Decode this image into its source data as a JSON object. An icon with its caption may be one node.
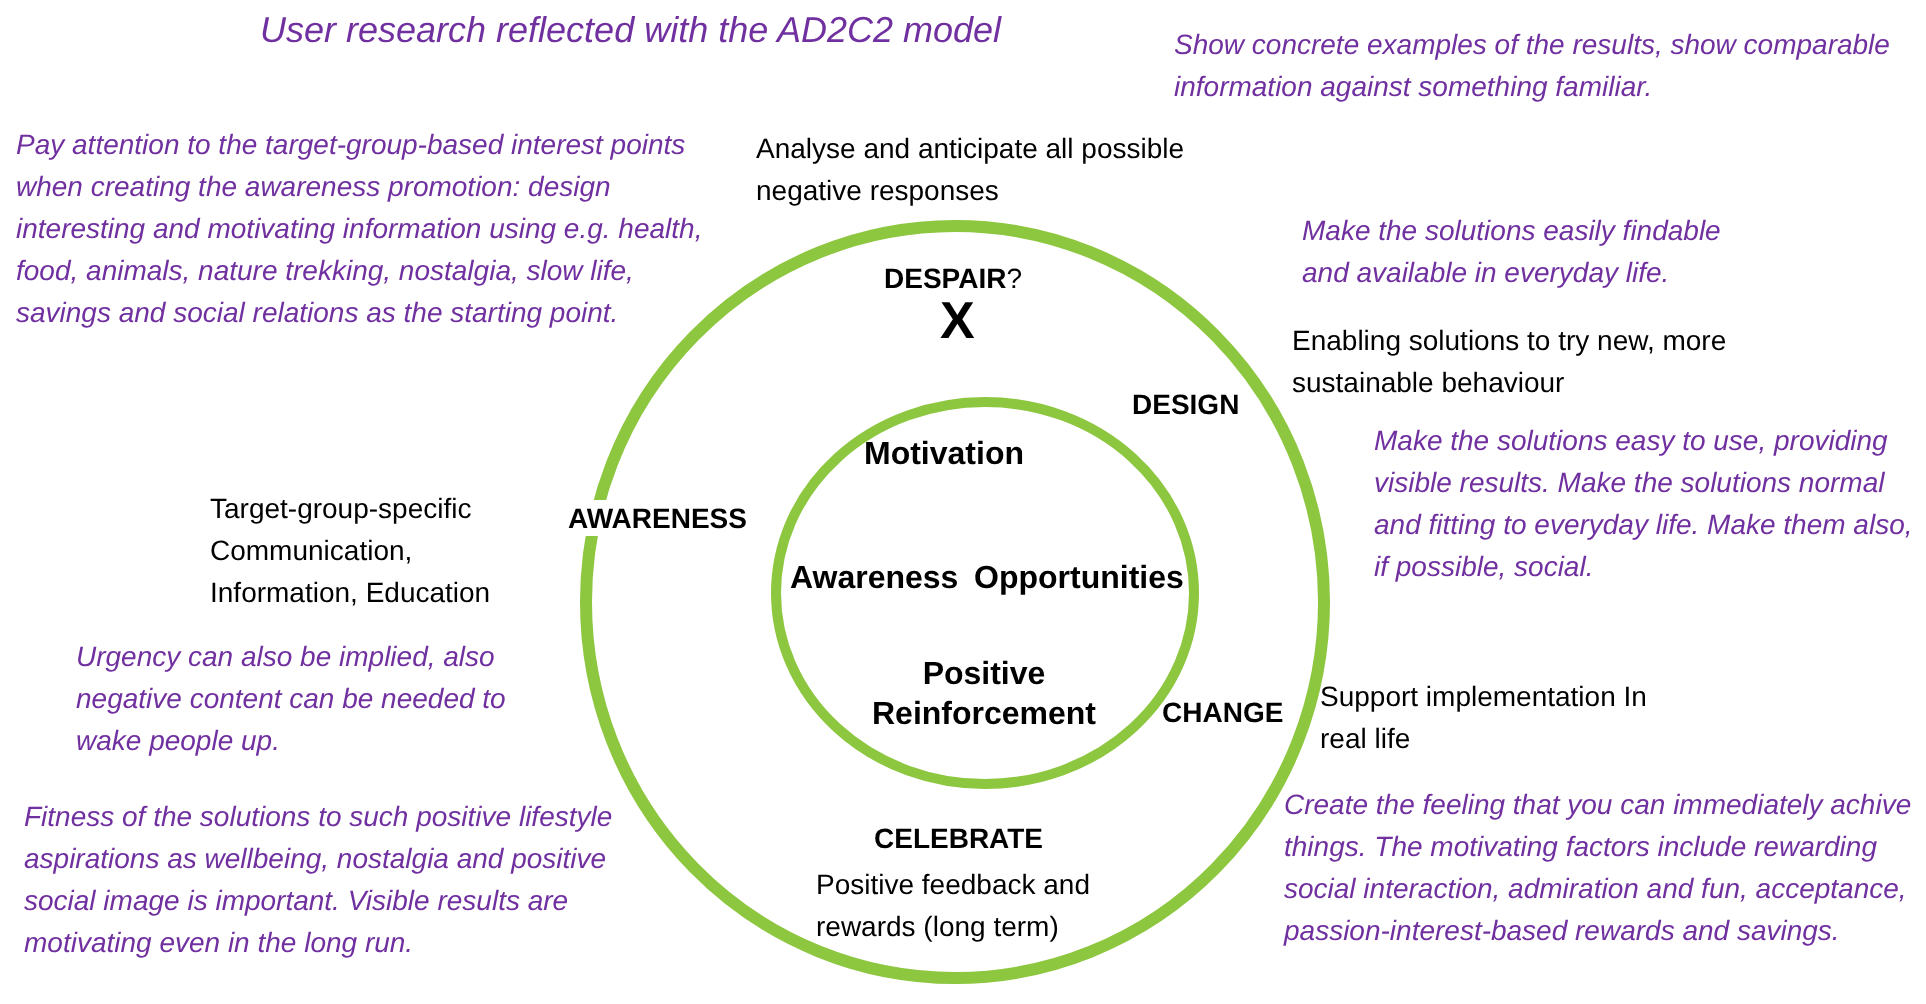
{
  "diagram": {
    "title": "User research reflected with the AD2C2 model",
    "nodes": [
      {
        "text": [
          "**DESPAIR**?",
          "X",
          "DESIGN",
          "AWARENESS",
          "CHANGE",
          "CELEBRATE"
        ]
      },
      {
        "text": [
          "Motivation",
          "Awareness",
          "Opportunities",
          "Positive Reinforcement"
        ],
        "in": 0
      }
    ],
    "labels": [
      "Show concrete examples of the results, show comparable information against something familiar.",
      "Pay attention to the target-group-based interest points when creating the awareness promotion: design interesting and motivating information using e.g. health, food, animals, nature trekking, nostalgia, slow life, savings and social relations as the starting point.",
      "Analyse and anticipate all possible negative responses",
      "Make the solutions easily findable and available in everyday life.",
      "Enabling solutions to try new, more sustainable behaviour",
      "Make the solutions easy to use, providing visible results. Make the solutions normal and fitting to everyday life. Make them also, if possible, social.",
      "Target-group-specific Communication, Information, Education",
      "Urgency can also be implied, also negative content can be needed to wake people up.",
      "Support implementation In real life",
      "Create the feeling that you can immediately achive things. The motivating factors include rewarding social interaction, admiration and fun, acceptance, passion-interest-based rewards and savings.",
      "Fitness of the solutions to such positive lifestyle aspirations as wellbeing, nostalgia and positive social image is important. Visible results are motivating even in the long run.",
      "Positive feedback and rewards (long term)"
    ]
  }
}
